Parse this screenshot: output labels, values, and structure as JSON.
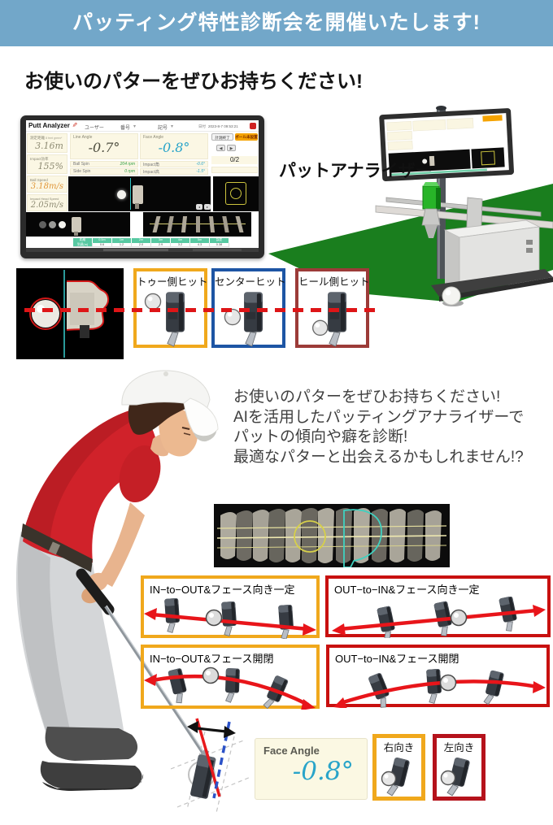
{
  "banner": {
    "title": "パッティング特性診断会を開催いたします!"
  },
  "heading": "お使いのパターをぜひお持ちください!",
  "analyzer": {
    "title": "Putt Analyzer",
    "menu_user": "ユーザー",
    "menu_number": "番号",
    "menu_club": "記号",
    "date_label": "日付",
    "date_value": "2023-8-7 09:53:21",
    "btn_finish": "計測終了",
    "btn_ball_status": "ボール未設置",
    "prev": "◀",
    "next": "▶",
    "shot_count": "0/2",
    "metric1_label": "測定距離",
    "metric1_sub": "8 feet green*",
    "metric1_value": "3.16m",
    "metric2_label": "Impact効率",
    "metric2_value": "155%",
    "metric3_label": "Ball Speed",
    "metric3_value": "3.18m/s",
    "metric4_label": "Impact Head Speed",
    "metric4_value": "2.05m/s",
    "angle1_label": "Line Angle",
    "angle1_value": "-0.7°",
    "angle2_label": "Face Angle",
    "angle2_value": "-0.8°",
    "spin1_label": "Ball Spin",
    "spin1_value": "204 rpm",
    "spin2_label": "Side Spin",
    "spin2_value": "0 rpm",
    "impact1_label": "Impact角",
    "impact1_value": "-0.6°",
    "impact2_label": "Impact高",
    "impact2_value": "-1.5°",
    "table_headers": [
      "距離",
      "0.5m",
      "1m",
      "2m",
      "3m",
      "4m",
      "5m",
      "誤差"
    ],
    "table_values": [
      "到達(m)",
      "0.6",
      "1.2",
      "2.0",
      "2.9",
      "3.2",
      "4.3",
      "0.38"
    ]
  },
  "device_label": "パットアナライザー",
  "hit_labels": [
    "トゥー側ヒット",
    "センターヒット",
    "ヒール側ヒット"
  ],
  "promo_lines": [
    "お使いのパターをぜひお持ちください!",
    "AIを活用したパッティングアナライザーで",
    "パットの傾向や癖を診断!",
    "最適なパターと出会えるかもしれません!?"
  ],
  "stroke_labels": [
    "IN−to−OUT&フェース向き一定",
    "OUT−to−IN&フェース向き一定",
    "IN−to−OUT&フェース開閉",
    "OUT−to−IN&フェース開閉"
  ],
  "face_angle": {
    "label": "Face Angle",
    "value": "-0.8°"
  },
  "direction_labels": [
    "右向き",
    "左向き"
  ],
  "colors": {
    "banner_bg": "#72a7c9",
    "accent_orange": "#f0a81c",
    "accent_blue": "#1d55a4",
    "accent_maroon": "#9c3b38",
    "accent_red": "#c8100f",
    "teal_value": "#29a4c9",
    "turf_green": "#1a7e1e",
    "shirt_red": "#d0222a"
  }
}
